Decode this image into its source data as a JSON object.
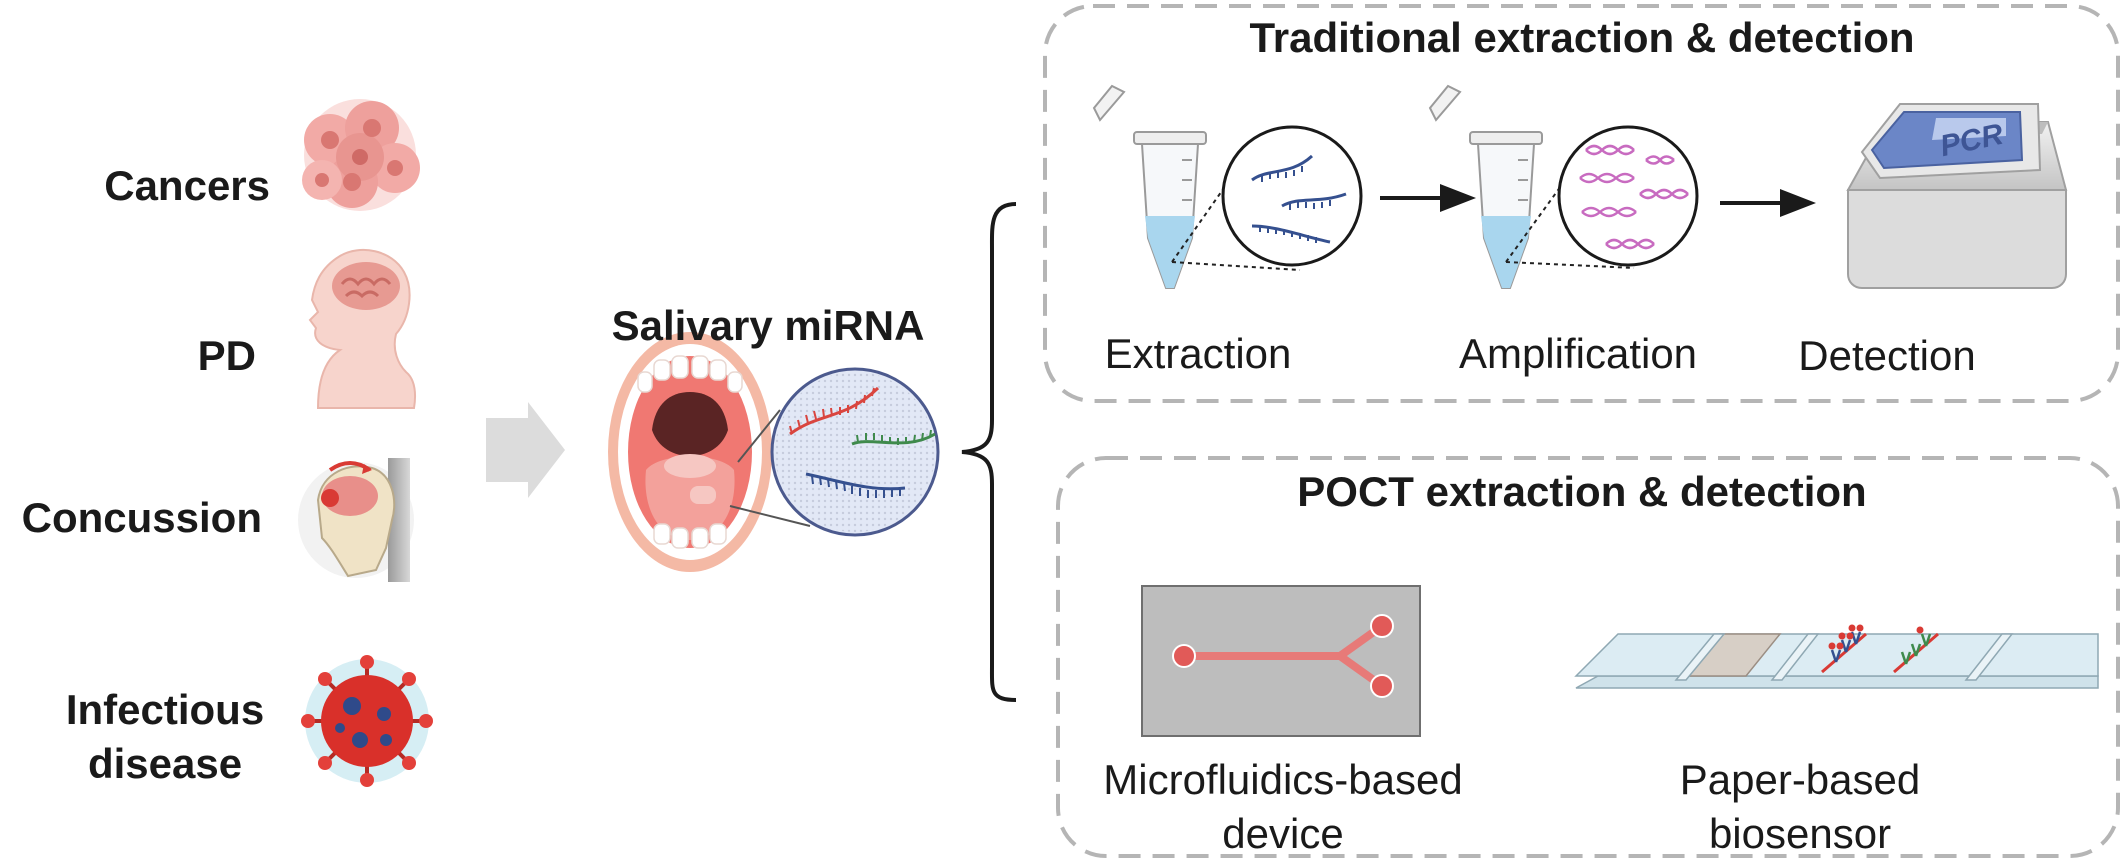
{
  "diseases": {
    "cancers": "Cancers",
    "pd": "PD",
    "concussion": "Concussion",
    "infectious_line1": "Infectious",
    "infectious_line2": "disease"
  },
  "center": {
    "title": "Salivary miRNA"
  },
  "traditional": {
    "title": "Traditional extraction & detection",
    "steps": {
      "extraction": "Extraction",
      "amplification": "Amplification",
      "detection": "Detection"
    },
    "machine_text": "PCR"
  },
  "poct": {
    "title": "POCT extraction & detection",
    "microfluidics_line1": "Microfluidics-based",
    "microfluidics_line2": "device",
    "paper_line1": "Paper-based",
    "paper_line2": "biosensor"
  },
  "colors": {
    "box_border": "#b5b5b5",
    "arrow_gray": "#dcdcdc",
    "cell_pink": "#ee9a9a",
    "virus_red": "#d9302a",
    "liquid_blue": "#a9d6ee",
    "strand_red": "#d9453f",
    "strand_green": "#3f8a4c",
    "strand_blue": "#35508f",
    "dna_pink": "#c86bc0",
    "pcr_screen": "#6b86c7"
  }
}
